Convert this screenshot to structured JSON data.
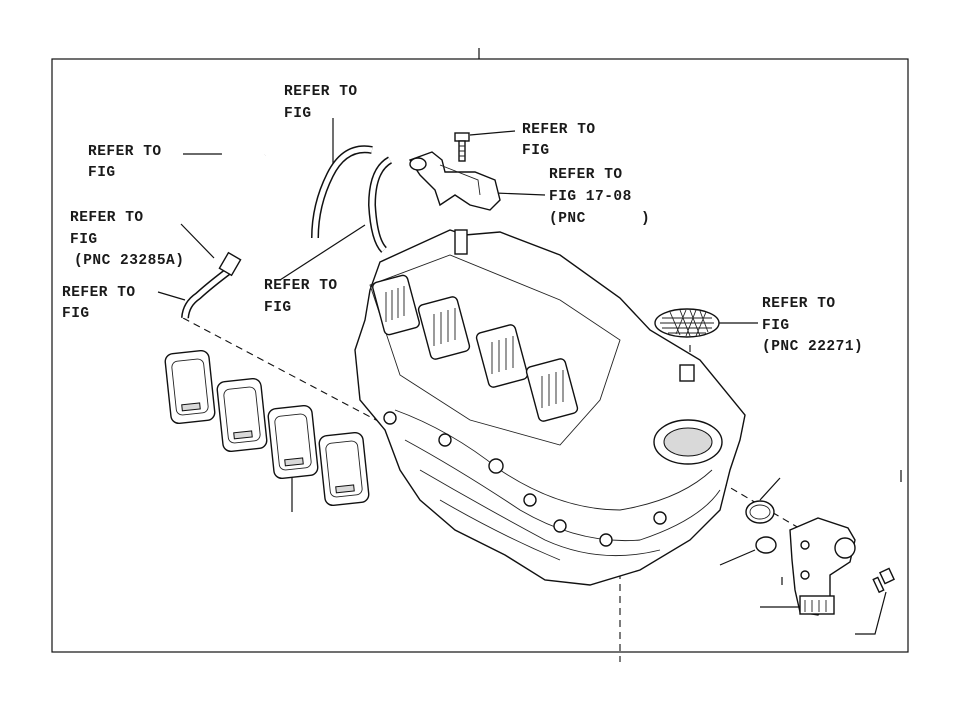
{
  "callouts": {
    "hose_top": {
      "line1": "REFER TO",
      "line2": "FIG"
    },
    "bolt": {
      "line1": "REFER TO",
      "line2": "FIG"
    },
    "bracket": {
      "line1": "REFER TO",
      "line2": "FIG 17-08",
      "line3": "(PNC      )"
    },
    "hose_left": {
      "line1": "REFER TO",
      "line2": "FIG"
    },
    "vsv": {
      "line1": "REFER TO",
      "line2": "FIG",
      "line3": "(PNC 23285A)"
    },
    "hose_low": {
      "line1": "REFER TO",
      "line2": "FIG"
    },
    "pipe_mid": {
      "line1": "REFER TO",
      "line2": "FIG"
    },
    "gasket": {
      "line1": "REFER TO",
      "line2": "FIG",
      "line3": "(PNC 22271)"
    }
  }
}
